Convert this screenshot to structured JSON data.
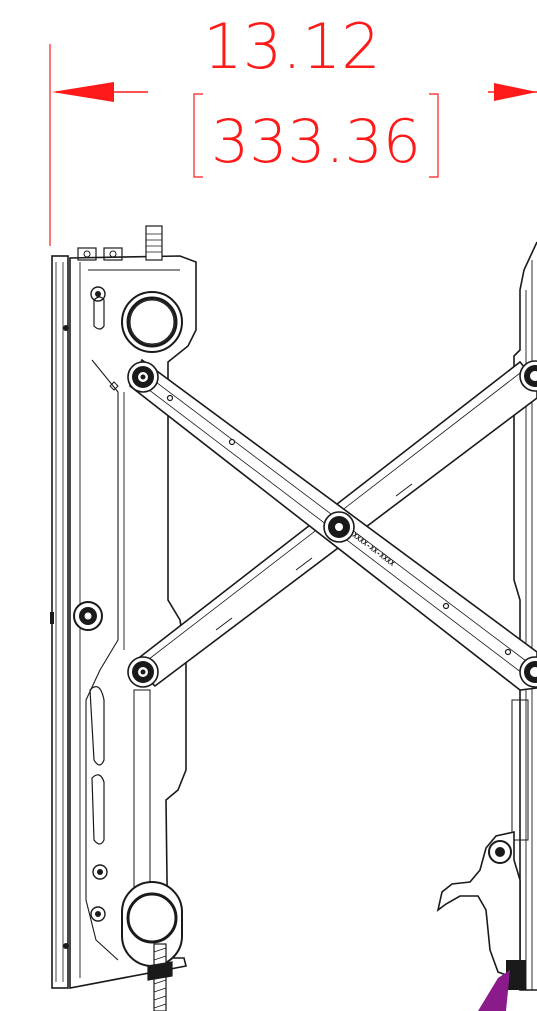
{
  "dimension": {
    "inches": "13.12",
    "millimeters": "333.36",
    "color": "#ff1a1a"
  },
  "link_part_number": "XXXX-XX-XXXX",
  "colors": {
    "line": "#1a1a1a",
    "accent_handle": "#8b1a8b"
  }
}
